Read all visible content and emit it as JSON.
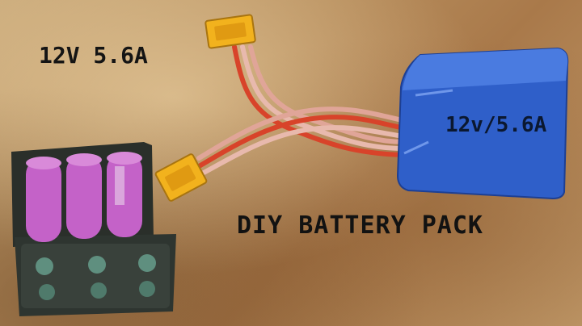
{
  "labels": {
    "spec_topleft": "12V 5.6A",
    "pack_spec": "12v/5.6A",
    "title": "DIY BATTERY PACK"
  },
  "colors": {
    "background": "#b88f5e",
    "cell_wrap": "#c462c8",
    "holder": "#2a2f2a",
    "pack_wrap": "#2f5fc9",
    "connector": "#f2b21d",
    "wire_red": "#d8432a",
    "wire_pink": "#e8b9ad"
  }
}
